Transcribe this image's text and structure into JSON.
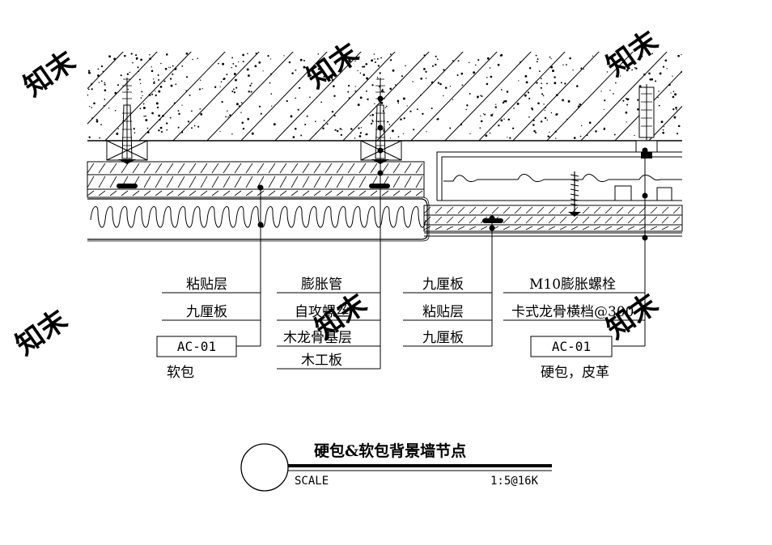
{
  "drawing": {
    "title": "硬包&软包背景墙节点",
    "scale_label": "SCALE",
    "scale_value": "1:5@16K",
    "watermark": "知末"
  },
  "leaders": {
    "soft_left": [
      "粘贴层",
      "九厘板"
    ],
    "soft_right": [
      "膨胀管",
      "自攻螺丝",
      "木龙骨基层",
      "木工板"
    ],
    "hard_left": [
      "九厘板",
      "粘贴层",
      "九厘板"
    ],
    "hard_right": [
      "M10膨胀螺栓",
      "卡式龙骨横档@300"
    ]
  },
  "tags": {
    "soft_code": "AC-01",
    "soft_name": "软包",
    "hard_code": "AC-01",
    "hard_name": "硬包，皮革"
  }
}
